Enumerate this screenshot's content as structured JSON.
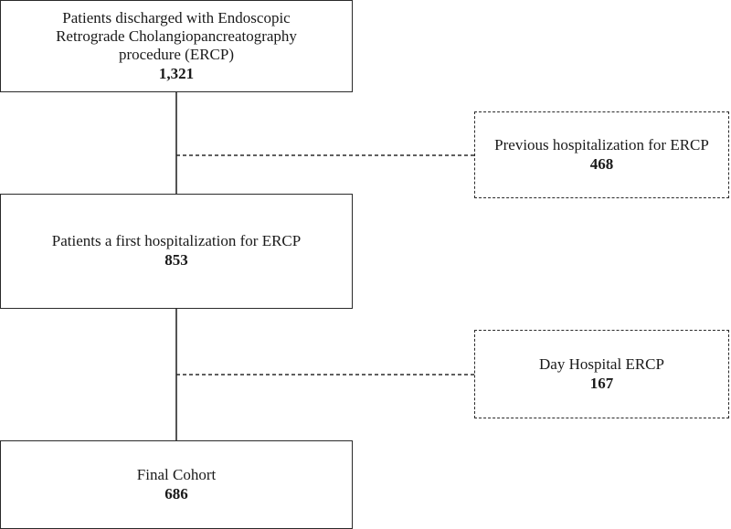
{
  "boxes": {
    "discharged": {
      "label": "Patients discharged with Endoscopic Retrograde Cholangiopancreatography procedure (ERCP)",
      "count": "1,321"
    },
    "previous": {
      "label": "Previous hospitalization for ERCP",
      "count": "468"
    },
    "first": {
      "label": "Patients a first hospitalization for ERCP",
      "count": "853"
    },
    "day_hospital": {
      "label": "Day Hospital ERCP",
      "count": "167"
    },
    "final": {
      "label": "Final Cohort",
      "count": "686"
    }
  }
}
